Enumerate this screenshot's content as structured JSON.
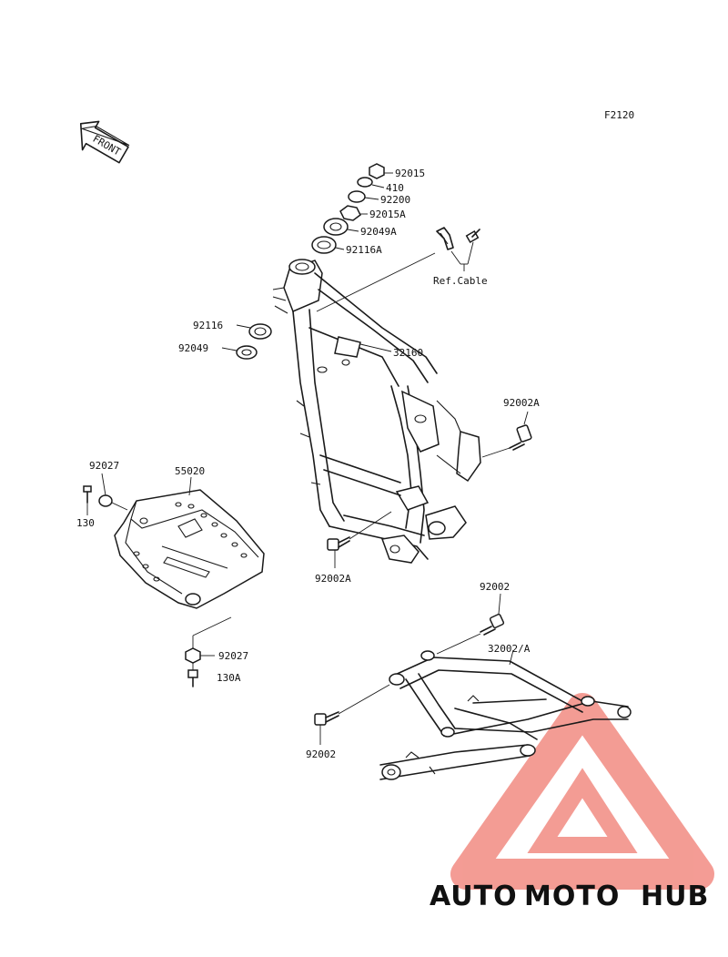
{
  "diagram": {
    "code": "F2120",
    "front_label": "FRONT",
    "ref_label": "Ref.Cable"
  },
  "parts": {
    "n92015": "92015",
    "n410": "410",
    "n92200": "92200",
    "n92015A": "92015A",
    "n92049A": "92049A",
    "n92116A": "92116A",
    "n92116": "92116",
    "n92049": "92049",
    "n32160": "32160",
    "n92002A_top": "92002A",
    "n92002A_bottom": "92002A",
    "n92027_top": "92027",
    "n55020": "55020",
    "n130": "130",
    "n92027_bottom": "92027",
    "n130A": "130A",
    "n92002_top": "92002",
    "n32002A": "32002/A",
    "n92002_bottom": "92002"
  },
  "watermark": {
    "part1": "AUTO",
    "part2": "MOTO",
    "part3": "HUB",
    "color1": "#f2b74a",
    "color2": "#f08a80",
    "color3": "#8c8c8c",
    "triangle_color": "#f28b82"
  }
}
